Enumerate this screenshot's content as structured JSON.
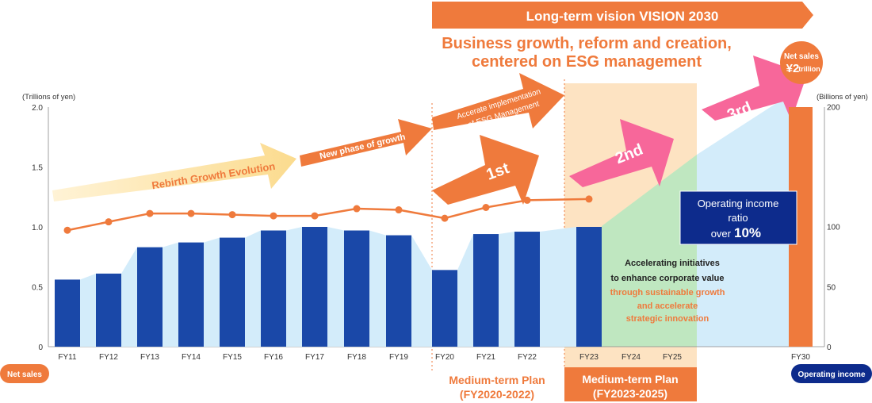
{
  "colors": {
    "bar": "#1a48a8",
    "line": "#ef7a3c",
    "orange": "#ef7a3c",
    "navy": "#0d2b8c",
    "light_blue": "#cfeaf8",
    "peach": "#fde3c2",
    "green": "#bfe7c0",
    "pink": "#f7679a",
    "cream": "#fce3a8",
    "text_orange": "#ef7a3c"
  },
  "banner": {
    "label": "Long-term vision VISION 2030"
  },
  "headline": {
    "line1": "Business growth, reform and creation,",
    "line2": "centered on ESG management"
  },
  "arrows": {
    "rebirth": "Rebirth Growth Evolution",
    "new_phase": "New phase of growth",
    "esg_line1": "Accerate  implementation",
    "esg_line2": "of ESG Management",
    "first": "1st",
    "second": "2nd",
    "third": "3rd"
  },
  "net_sales_badge": {
    "line1": "Net sales",
    "yen": "¥2",
    "trillion": "trillion"
  },
  "operating_box": {
    "line1": "Operating income",
    "line2": "ratio",
    "over": "over",
    "pct": "10%"
  },
  "initiatives": {
    "line1": "Accelerating initiatives",
    "line2": "to enhance corporate value",
    "line3": "through sustainable growth",
    "line4": "and accelerate",
    "line5": "strategic innovation"
  },
  "plans": {
    "p1_title": "Medium-term Plan",
    "p1_period": "(FY2020-2022)",
    "p2_title": "Medium-term Plan",
    "p2_period": "(FY2023-2025)"
  },
  "legend": {
    "left": "Net sales",
    "right": "Operating income"
  },
  "chart_data": {
    "type": "bar",
    "categories": [
      "FY11",
      "FY12",
      "FY13",
      "FY14",
      "FY15",
      "FY16",
      "FY17",
      "FY18",
      "FY19",
      "FY20",
      "FY21",
      "FY22",
      "FY23",
      "FY24",
      "FY25",
      "FY30"
    ],
    "series": [
      {
        "name": "Net sales",
        "type": "bar",
        "axis": "left",
        "values": [
          0.56,
          0.61,
          0.83,
          0.87,
          0.91,
          0.97,
          1.0,
          0.97,
          0.93,
          0.64,
          0.94,
          0.96,
          1.0,
          null,
          null,
          2.0
        ]
      },
      {
        "name": "Operating income",
        "type": "line",
        "axis": "right",
        "values": [
          97,
          104,
          111,
          111,
          110,
          109,
          109,
          115,
          114,
          107,
          116,
          122,
          123,
          null,
          null,
          null
        ]
      }
    ],
    "yaxis_left": {
      "label": "(Trillions of yen)",
      "ticks": [
        "0",
        "0.5",
        "1.0",
        "1.5",
        "2.0"
      ],
      "range": [
        0,
        2.0
      ]
    },
    "yaxis_right": {
      "label": "(Billions of yen)",
      "ticks": [
        "0",
        "50",
        "100",
        "200"
      ]
    },
    "grid": false
  }
}
